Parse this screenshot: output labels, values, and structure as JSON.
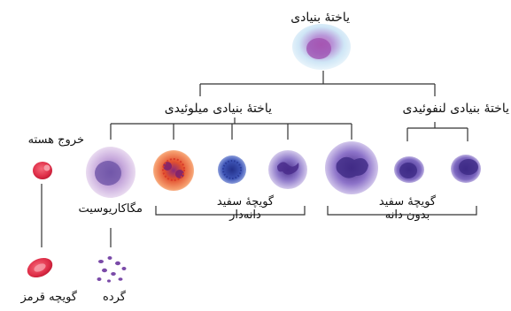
{
  "labels": {
    "root": "یاختهٔ بنیادی",
    "myeloid": "یاختهٔ بنیادی میلوئیدی",
    "lymphoid": "یاختهٔ بنیادی لنفوئیدی",
    "nucleus_exit": "خروج هسته",
    "megakaryocyte": "مگاکاریوسیت",
    "granular_line1": "گویچهٔ سفید",
    "granular_line2": "دانه‌دار",
    "agranular_line1": "گویچهٔ سفید",
    "agranular_line2": "بدون دانه",
    "red_cell": "گویچه قرمز",
    "platelets": "گرده"
  },
  "colors": {
    "line": "#333333",
    "cell_purple": "#7a5bb0",
    "cell_blue": "#3a4fa8",
    "cell_red": "#e0304a",
    "cell_orange": "#f0683a",
    "root_glow": "#bfe3f2"
  }
}
